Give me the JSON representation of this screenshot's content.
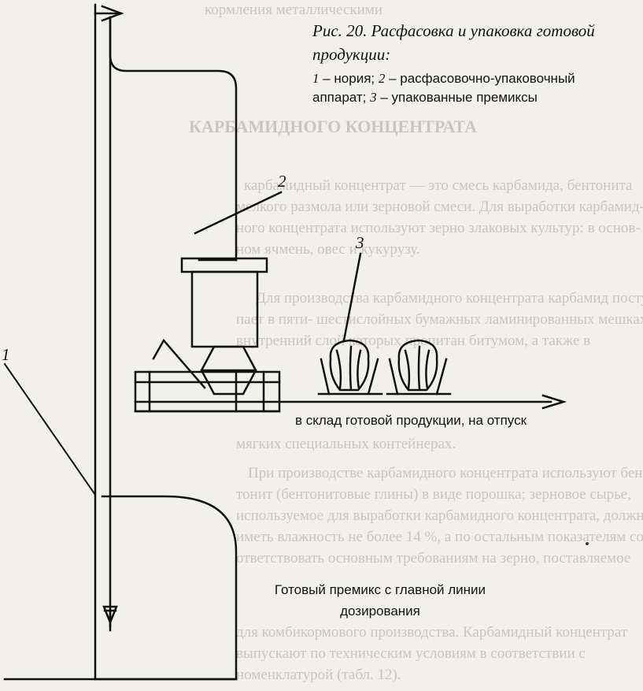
{
  "figure": {
    "caption": "Рис. 20. Расфасовка и упаковка готовой продукции:",
    "legend": [
      {
        "num": "1",
        "text": " – нория; "
      },
      {
        "num": "2",
        "text": " – расфасовочно-упаковочный аппарат; "
      },
      {
        "num": "3",
        "text": " – упакованные премиксы"
      }
    ],
    "labels": {
      "noria": "1",
      "packer": "2",
      "packages": "3"
    },
    "destination": "в склад готовой продукции, на отпуск",
    "premix_source": "Готовый премикс с главной линии дозирования"
  },
  "background_text": [
    "кормления металлическими",
    "КАРБАМИДНОГО КОНЦЕНТРАТА",
    "карбамидный концентрат — это смесь карбамида, бентонита",
    "мелкого размола или зерновой смеси. Для выработки карбамид-",
    "ного концентрата используют зерно злаковых культур: в основ-",
    "ном ячмень, овес и кукурузу.",
    "Для производства карбамидного концентрата карбамид посту-",
    "пает в пяти- шестислойных бумажных ламинированных мешках",
    "внутренний слой которых пропитан битумом, а также в",
    "мягких специальных контейнерах.",
    "При производстве карбамидного концентрата используют бен-",
    "тонит (бентонитовые глины) в виде порошка; зерновое сырье,",
    "используемое для выработки карбамидного концентрата, должно",
    "иметь влажность не более 14 %, а по остальным показателям со-",
    "ответствовать основным требованиям на зерно, поставляемое",
    "для комбикормового производства. Карбамидный концентрат",
    "выпускают по техническим условиям в соответствии с",
    "номенклатурой (табл. 12)."
  ]
}
